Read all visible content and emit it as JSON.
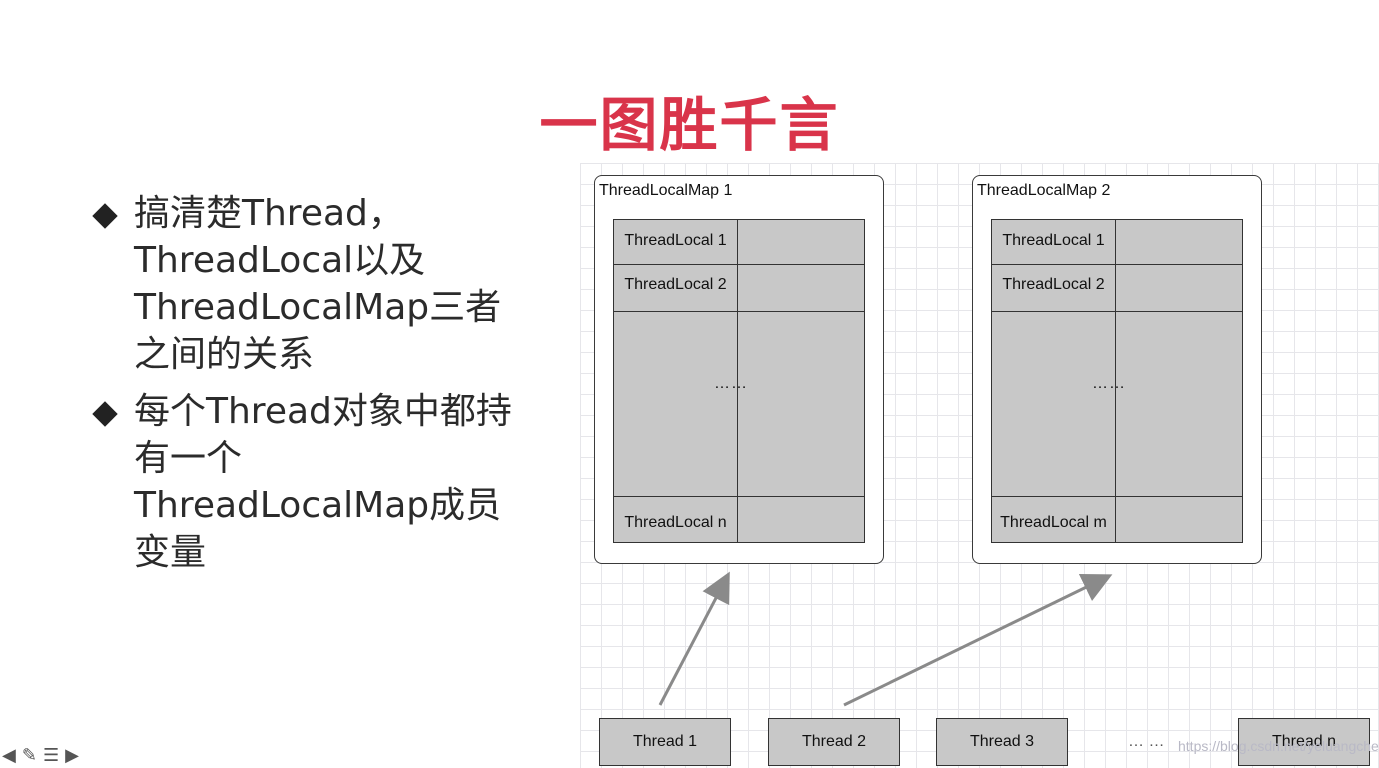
{
  "slide": {
    "title": "一图胜千言",
    "bullets": [
      "搞清楚Thread，ThreadLocal以及ThreadLocalMap三者之间的关系",
      "每个Thread对象中都持有一个ThreadLocalMap成员变量"
    ]
  },
  "diagram": {
    "maps": [
      {
        "title": "ThreadLocalMap 1",
        "first": "ThreadLocal 1",
        "second": "ThreadLocal 2",
        "ellipsis": "……",
        "last": "ThreadLocal n"
      },
      {
        "title": "ThreadLocalMap 2",
        "first": "ThreadLocal 1",
        "second": "ThreadLocal 2",
        "ellipsis": "……",
        "last": "ThreadLocal m"
      }
    ],
    "threads": [
      "Thread 1",
      "Thread 2",
      "Thread 3",
      "Thread n"
    ],
    "thread_ellipsis": "… …"
  },
  "watermark": "https://blog.csdn.net/yeluangchen",
  "nav": {
    "prev_icon": "arrow-left-icon",
    "edit_icon": "pencil-icon",
    "menu_icon": "menu-icon",
    "next_icon": "arrow-right-icon"
  },
  "colors": {
    "title": "#d9344a",
    "cell_fill": "#c8c8c8",
    "grid": "#e6e6ea"
  }
}
